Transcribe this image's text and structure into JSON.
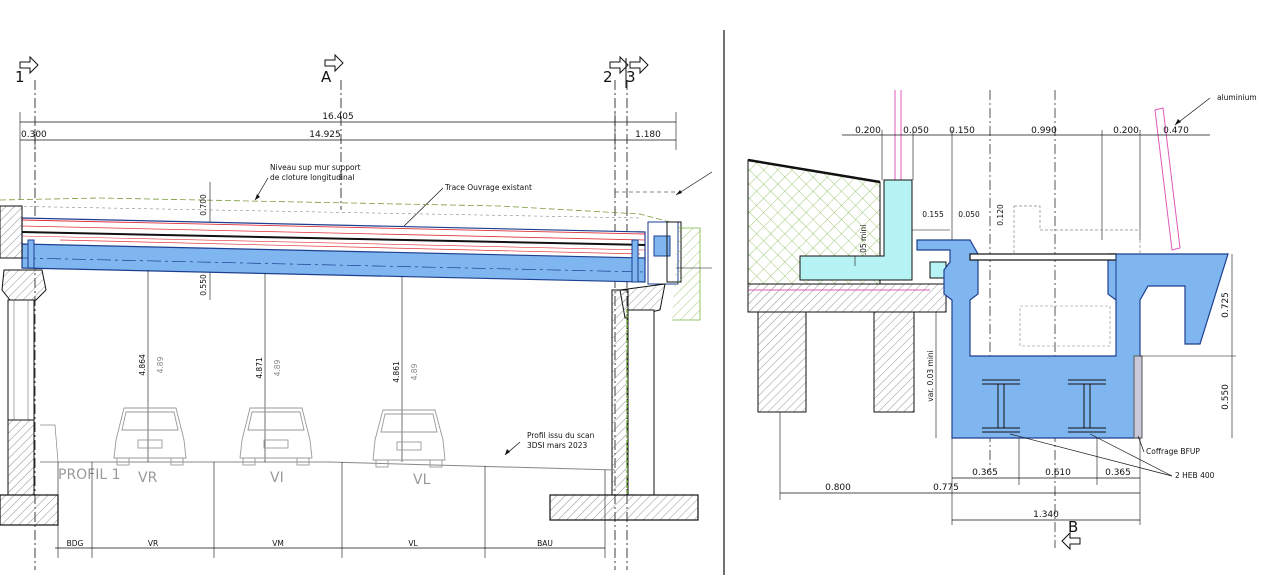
{
  "colors": {
    "beam_fill": "#7fb6ef",
    "beam_stroke": "#1d3f8f",
    "slab_fill": "#b7f3f4",
    "accent_red": "#e2313b",
    "accent_pink": "#e05ab6",
    "ground": "#7ab341",
    "line": "#111111",
    "hatch": "#777777"
  },
  "left_view": {
    "section_marks": {
      "m1": "1",
      "mA": "A",
      "m2": "2",
      "m3": "3"
    },
    "dims_top": {
      "total": "16.405",
      "left": "0.300",
      "mid": "14.925",
      "right": "1.180"
    },
    "dims_vertical": {
      "d_top": "0.700",
      "d_beam": "0.550"
    },
    "annotations": {
      "mur_1": "Niveau sup mur support",
      "mur_2": "de cloture longitudinal",
      "trace": "Trace Ouvrage existant",
      "profil_1": "Profil issu du scan",
      "profil_2": "3DSI mars 2023"
    },
    "clearances": [
      {
        "value": "4.864",
        "alt": "4.89"
      },
      {
        "value": "4.871",
        "alt": "4.89"
      },
      {
        "value": "4.861",
        "alt": "4.89"
      }
    ],
    "profile_label": "PROFIL 1",
    "lanes": {
      "vr": "VR",
      "vi": "VI",
      "vl": "VL"
    },
    "bottom_zones": {
      "bdg": "BDG",
      "vr": "VR",
      "vm": "VM",
      "vl": "VL",
      "bau": "BAU"
    }
  },
  "right_view": {
    "dims_top": {
      "a": "0.200",
      "b": "0.050",
      "c": "0.150",
      "d": "0.990",
      "e": "0.200",
      "f": "0.470"
    },
    "dims_small": {
      "a": "0.155",
      "b": "0.050",
      "c": "0.120"
    },
    "mini_05": ".05 mini",
    "var_003": "var. 0.03 mini",
    "dims_right": {
      "upper": "0.725",
      "lower": "0.550"
    },
    "dims_bottom": {
      "a": "0.365",
      "b": "0.610",
      "c": "0.365",
      "d": "0.800",
      "e": "0.775",
      "total": "1.340"
    },
    "section_mark": "B",
    "labels": {
      "aluminium": "aluminium",
      "coffrage": "Coffrage BFUP",
      "heb": "2 HEB 400"
    }
  }
}
